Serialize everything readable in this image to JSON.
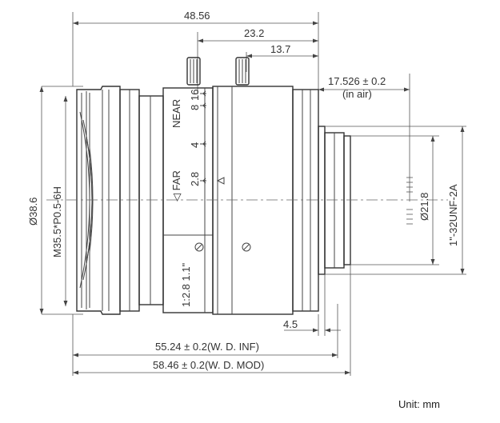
{
  "dimensions": {
    "overall_length": "48.56",
    "length_mid": "23.2",
    "length_knob": "13.7",
    "flange_back": "17.526 ± 0.2",
    "flange_back_note": "(in air)",
    "outer_diameter": "Ø38.6",
    "filter_thread": "M35.5*P0.5-6H",
    "rear_diameter": "Ø21.8",
    "mount_thread": "1\"-32UNF-2A",
    "rear_protrusion": "4.5",
    "wd_inf": "55.24 ± 0.2(W. D.  INF)",
    "wd_mod": "58.46 ± 0.2(W. D.  MOD)"
  },
  "focus_scale": {
    "near_label": "NEAR",
    "far_label": "◁ FAR",
    "marks": [
      "16",
      "8",
      "4",
      "2.8"
    ]
  },
  "lens_spec": {
    "aperture_format": "1:2.8 1.1\""
  },
  "unit_note": "Unit: mm"
}
